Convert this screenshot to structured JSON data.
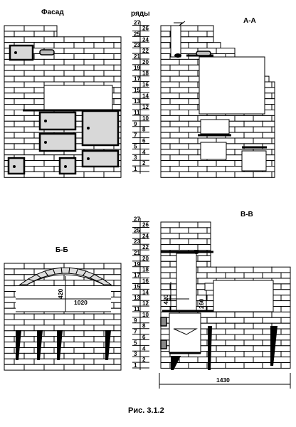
{
  "labels": {
    "facade": "Фасад",
    "rows": "ряды",
    "section_aa": "А-А",
    "section_bb": "Б-Б",
    "section_vv": "В-В",
    "caption": "Рис. 3.1.2"
  },
  "dimensions": {
    "bb_height": "420",
    "bb_width": "1020",
    "vv_height": "420",
    "vv_depth": "260",
    "vv_width": "1430"
  },
  "row_numbers_top": [
    "1",
    "2",
    "3",
    "4",
    "5",
    "6",
    "7",
    "8",
    "9",
    "10",
    "11",
    "12",
    "13",
    "14",
    "15",
    "16",
    "17",
    "18",
    "19",
    "20",
    "21",
    "22",
    "23",
    "24",
    "25",
    "26",
    "27"
  ],
  "row_numbers_bottom": [
    "1",
    "2",
    "3",
    "4",
    "5",
    "6",
    "7",
    "8",
    "9",
    "10",
    "11",
    "12",
    "13",
    "14",
    "15",
    "16",
    "17",
    "18",
    "19",
    "20",
    "21",
    "22",
    "23",
    "24",
    "25",
    "26",
    "27"
  ]
}
